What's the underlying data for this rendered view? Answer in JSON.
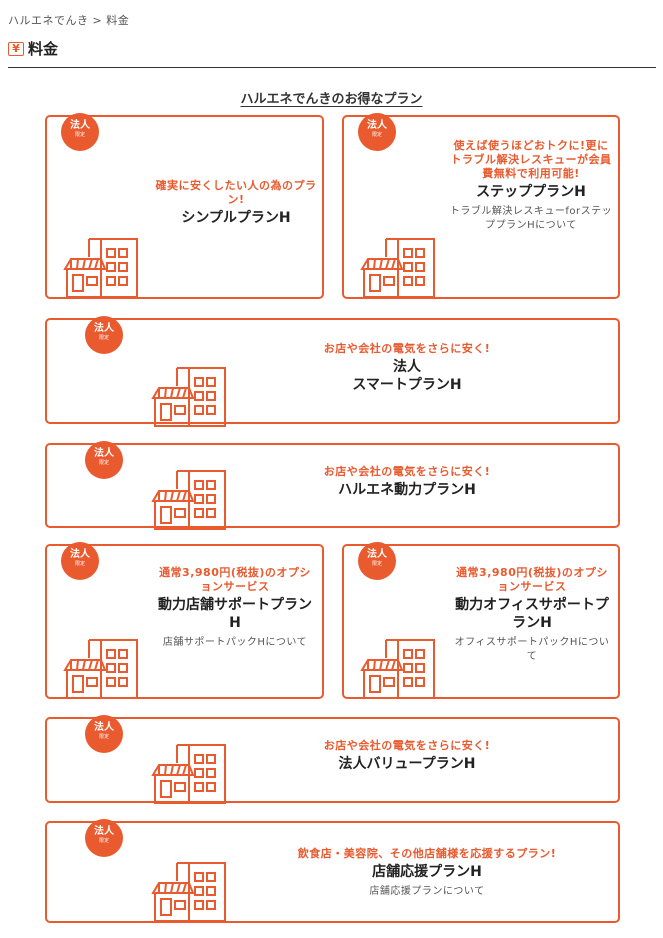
{
  "breadcrumb": "ハルエネでんき > 料金",
  "page_title": "料金",
  "yen_glyph": "¥",
  "section_title": "ハルエネでんきのお得なプラン",
  "accent_color": "#e95a2f",
  "badge": {
    "line1": "法人",
    "line2": "限定"
  },
  "plans": [
    {
      "tag": "確実に安くしたい人の為のプラン!",
      "name": "シンプルプランH",
      "sub": ""
    },
    {
      "tag": "使えば使うほどおトクに!更にトラブル解決レスキューが会員費無料で利用可能!",
      "name": "ステッププランH",
      "sub": "トラブル解決レスキューforステッププランHについて"
    },
    {
      "tag": "お店や会社の電気をさらに安く!",
      "name": "法人\nスマートプランH",
      "sub": ""
    },
    {
      "tag": "お店や会社の電気をさらに安く!",
      "name": "ハルエネ動力プランH",
      "sub": ""
    },
    {
      "tag": "通常3,980円(税抜)のオプションサービス",
      "name": "動力店舗サポートプランH",
      "sub": "店舗サポートパックHについて"
    },
    {
      "tag": "通常3,980円(税抜)のオプションサービス",
      "name": "動力オフィスサポートプランH",
      "sub": "オフィスサポートパックHについて"
    },
    {
      "tag": "お店や会社の電気をさらに安く!",
      "name": "法人バリュープランH",
      "sub": ""
    },
    {
      "tag": "飲食店・美容院、その他店舗様を応援するプラン!",
      "name": "店舗応援プランH",
      "sub": "店舗応援プランについて"
    }
  ]
}
